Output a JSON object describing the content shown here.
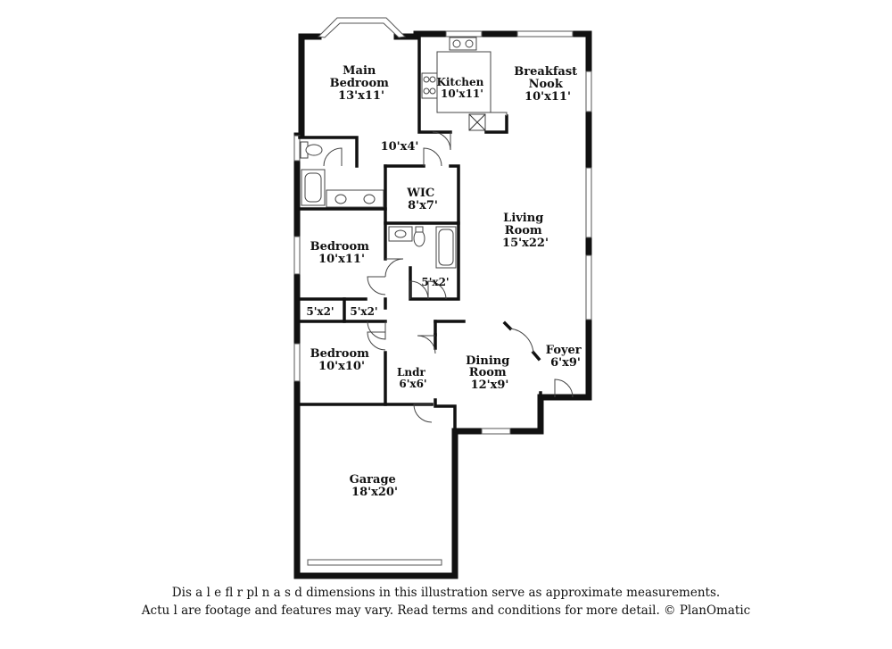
{
  "rooms": [
    {
      "key": "main_bedroom",
      "lines": [
        "Main",
        "Bedroom"
      ],
      "dim": "13'x11'"
    },
    {
      "key": "kitchen",
      "lines": [
        "Kitchen"
      ],
      "dim": "10'x11'"
    },
    {
      "key": "breakfast_nook",
      "lines": [
        "Breakfast",
        "Nook"
      ],
      "dim": "10'x11'"
    },
    {
      "key": "hall_small",
      "lines": [],
      "dim": "10'x4'"
    },
    {
      "key": "wic",
      "lines": [
        "WIC"
      ],
      "dim": "8'x7'"
    },
    {
      "key": "living_room",
      "lines": [
        "Living",
        "Room"
      ],
      "dim": "15'x22'"
    },
    {
      "key": "bedroom_2",
      "lines": [
        "Bedroom"
      ],
      "dim": "10'x11'"
    },
    {
      "key": "closet_a",
      "lines": [],
      "dim": "5'x2'"
    },
    {
      "key": "closet_b",
      "lines": [],
      "dim": "5'x2'"
    },
    {
      "key": "closet_c",
      "lines": [],
      "dim": "5'x2'"
    },
    {
      "key": "bedroom_3",
      "lines": [
        "Bedroom"
      ],
      "dim": "10'x10'"
    },
    {
      "key": "laundry",
      "lines": [
        "Lndr"
      ],
      "dim": "6'x6'"
    },
    {
      "key": "dining_room",
      "lines": [
        "Dining",
        "Room"
      ],
      "dim": "12'x9'"
    },
    {
      "key": "foyer",
      "lines": [
        "Foyer"
      ],
      "dim": "6'x9'"
    },
    {
      "key": "garage",
      "lines": [
        "Garage"
      ],
      "dim": "18'x20'"
    }
  ],
  "disclaimer": {
    "line1": "Dis    a     l e fl   r pl  n a   s   d dimensions in this illustration serve as approximate measurements.",
    "line2": "Actu   l    are footage and features may vary. Read terms and conditions for more detail. © PlanOmatic"
  }
}
